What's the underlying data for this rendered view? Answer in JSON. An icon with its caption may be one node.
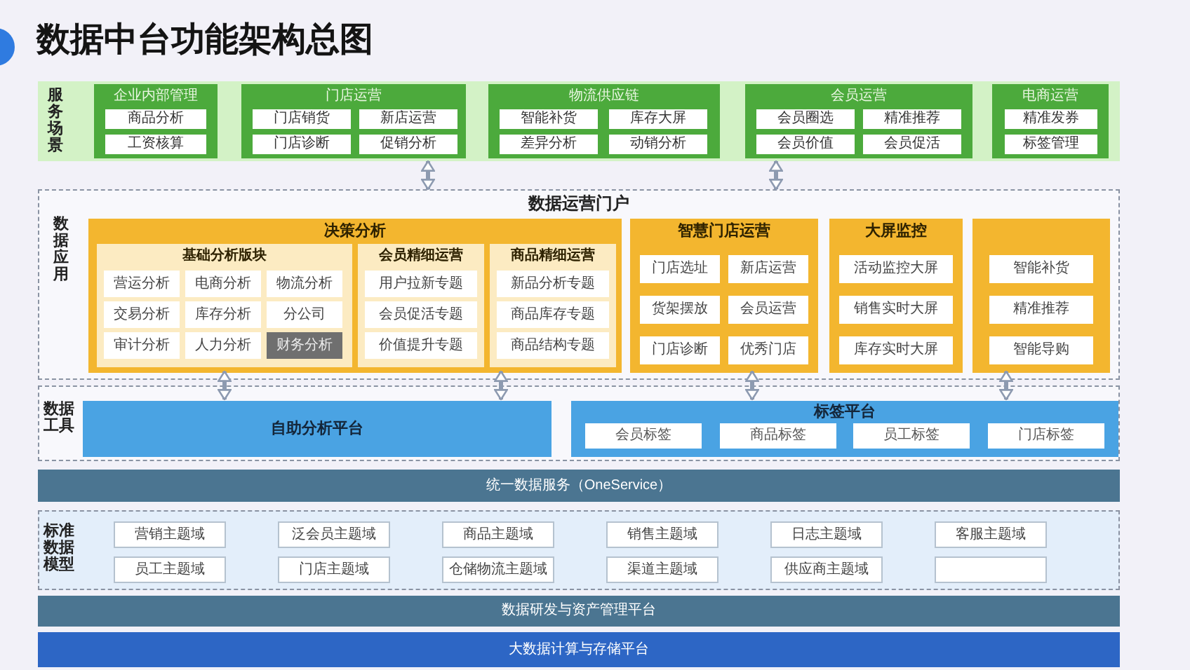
{
  "diagram": {
    "title": "数据中台功能架构总图",
    "nodes": [
      {
        "text": [
          "服务场景"
        ]
      },
      {
        "text": [
          "企业内部管理"
        ],
        "in": 0
      },
      {
        "text": [
          "商品分析"
        ],
        "in": 1
      },
      {
        "text": [
          "工资核算"
        ],
        "in": 1
      },
      {
        "text": [
          "门店运营"
        ],
        "in": 0
      },
      {
        "text": [
          "门店销货"
        ],
        "in": 4
      },
      {
        "text": [
          "新店运营"
        ],
        "in": 4
      },
      {
        "text": [
          "门店诊断"
        ],
        "in": 4
      },
      {
        "text": [
          "促销分析"
        ],
        "in": 4
      },
      {
        "text": [
          "物流供应链"
        ],
        "in": 0
      },
      {
        "text": [
          "智能补货"
        ],
        "in": 9
      },
      {
        "text": [
          "库存大屏"
        ],
        "in": 9
      },
      {
        "text": [
          "差异分析"
        ],
        "in": 9
      },
      {
        "text": [
          "动销分析"
        ],
        "in": 9
      },
      {
        "text": [
          "会员运营"
        ],
        "in": 0
      },
      {
        "text": [
          "会员圈选"
        ],
        "in": 14
      },
      {
        "text": [
          "精准推荐"
        ],
        "in": 14
      },
      {
        "text": [
          "会员价值"
        ],
        "in": 14
      },
      {
        "text": [
          "会员促活"
        ],
        "in": 14
      },
      {
        "text": [
          "电商运营"
        ],
        "in": 0
      },
      {
        "text": [
          "精准发券"
        ],
        "in": 19
      },
      {
        "text": [
          "标签管理"
        ],
        "in": 19
      },
      {
        "text": [
          "数据应用",
          "数据运营门户"
        ]
      },
      {
        "text": [
          "决策分析"
        ],
        "in": 22
      },
      {
        "text": [
          "基础分析版块"
        ],
        "in": 23
      },
      {
        "text": [
          "营运分析"
        ],
        "in": 24
      },
      {
        "text": [
          "电商分析"
        ],
        "in": 24
      },
      {
        "text": [
          "物流分析"
        ],
        "in": 24
      },
      {
        "text": [
          "交易分析"
        ],
        "in": 24
      },
      {
        "text": [
          "库存分析"
        ],
        "in": 24
      },
      {
        "text": [
          "分公司"
        ],
        "in": 24
      },
      {
        "text": [
          "审计分析"
        ],
        "in": 24
      },
      {
        "text": [
          "人力分析"
        ],
        "in": 24
      },
      {
        "text": [
          "财务分析"
        ],
        "in": 24
      },
      {
        "text": [
          "会员精细运营"
        ],
        "in": 23
      },
      {
        "text": [
          "用户拉新专题"
        ],
        "in": 34
      },
      {
        "text": [
          "会员促活专题"
        ],
        "in": 34
      },
      {
        "text": [
          "价值提升专题"
        ],
        "in": 34
      },
      {
        "text": [
          "商品精细运营"
        ],
        "in": 23
      },
      {
        "text": [
          "新品分析专题"
        ],
        "in": 38
      },
      {
        "text": [
          "商品库存专题"
        ],
        "in": 38
      },
      {
        "text": [
          "商品结构专题"
        ],
        "in": 38
      },
      {
        "text": [
          "智慧门店运营"
        ],
        "in": 22
      },
      {
        "text": [
          "门店选址"
        ],
        "in": 42
      },
      {
        "text": [
          "新店运营"
        ],
        "in": 42
      },
      {
        "text": [
          "货架摆放"
        ],
        "in": 42
      },
      {
        "text": [
          "会员运营"
        ],
        "in": 42
      },
      {
        "text": [
          "门店诊断"
        ],
        "in": 42
      },
      {
        "text": [
          "优秀门店"
        ],
        "in": 42
      },
      {
        "text": [
          "大屏监控"
        ],
        "in": 22
      },
      {
        "text": [
          "活动监控大屏"
        ],
        "in": 49
      },
      {
        "text": [
          "销售实时大屏"
        ],
        "in": 49
      },
      {
        "text": [
          "库存实时大屏"
        ],
        "in": 49
      },
      {
        "text": [],
        "shape": "box",
        "in": 22
      },
      {
        "text": [
          "智能补货"
        ],
        "in": 53
      },
      {
        "text": [
          "精准推荐"
        ],
        "in": 53
      },
      {
        "text": [
          "智能导购"
        ],
        "in": 53
      },
      {
        "text": [
          "数据工具"
        ]
      },
      {
        "text": [
          "自助分析平台"
        ],
        "in": 57
      },
      {
        "text": [
          "标签平台"
        ],
        "in": 57
      },
      {
        "text": [
          "会员标签"
        ],
        "in": 59
      },
      {
        "text": [
          "商品标签"
        ],
        "in": 59
      },
      {
        "text": [
          "员工标签"
        ],
        "in": 59
      },
      {
        "text": [
          "门店标签"
        ],
        "in": 59
      },
      {
        "text": [
          "统一数据服务（OneService）"
        ]
      },
      {
        "text": [
          "标准数据模型"
        ]
      },
      {
        "text": [
          "营销主题域"
        ],
        "in": 65
      },
      {
        "text": [
          "泛会员主题域"
        ],
        "in": 65
      },
      {
        "text": [
          "商品主题域"
        ],
        "in": 65
      },
      {
        "text": [
          "销售主题域"
        ],
        "in": 65
      },
      {
        "text": [
          "日志主题域"
        ],
        "in": 65
      },
      {
        "text": [
          "客服主题域"
        ],
        "in": 65
      },
      {
        "text": [
          "员工主题域"
        ],
        "in": 65
      },
      {
        "text": [
          "门店主题域"
        ],
        "in": 65
      },
      {
        "text": [
          "仓储物流主题域"
        ],
        "in": 65
      },
      {
        "text": [
          "渠道主题域"
        ],
        "in": 65
      },
      {
        "text": [
          "供应商主题域"
        ],
        "in": 65
      },
      {
        "text": [],
        "shape": "box",
        "in": 65
      },
      {
        "text": [
          "数据研发与资产管理平台"
        ]
      },
      {
        "text": [
          "大数据计算与存储平台"
        ]
      }
    ],
    "edges": [
      {
        "from": 0,
        "to": 22,
        "arrow": "both"
      },
      {
        "from": 0,
        "to": 22,
        "arrow": "both"
      },
      {
        "from": 23,
        "to": 58,
        "arrow": "both"
      },
      {
        "from": 23,
        "to": 58,
        "arrow": "both"
      },
      {
        "from": 42,
        "to": 59,
        "arrow": "both"
      },
      {
        "from": 53,
        "to": 59,
        "arrow": "both"
      }
    ]
  }
}
